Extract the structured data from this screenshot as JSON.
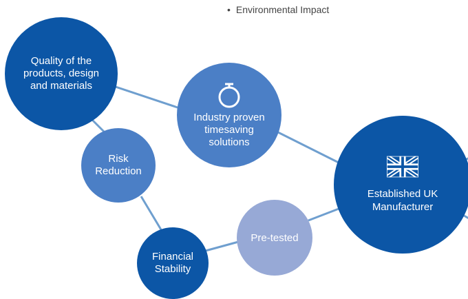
{
  "bullet": {
    "marker": "•",
    "text": "Environmental Impact"
  },
  "nodes": {
    "quality": {
      "lines": [
        "Quality of the",
        "products, design",
        "and materials"
      ]
    },
    "industry": {
      "icon": "stopwatch-icon",
      "lines": [
        "Industry proven",
        "timesaving",
        "solutions"
      ]
    },
    "uk": {
      "icon": "union-jack-flag-icon",
      "lines": [
        "Established UK",
        "Manufacturer"
      ]
    },
    "risk": {
      "lines": [
        "Risk",
        "Reduction"
      ]
    },
    "pretested": {
      "lines": [
        "Pre-tested"
      ]
    },
    "financial": {
      "lines": [
        "Financial",
        "Stability"
      ]
    }
  },
  "colors": {
    "dark_blue": "#0c56a6",
    "mid_blue": "#4b7fc6",
    "light_blue": "#97a9d6",
    "connector": "#6f9fcf"
  }
}
